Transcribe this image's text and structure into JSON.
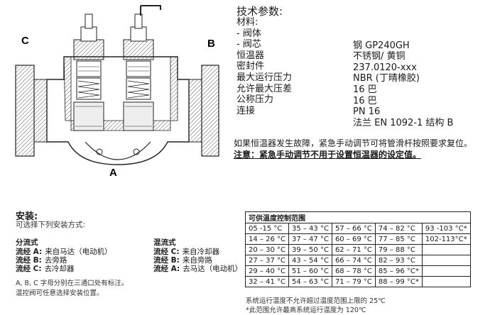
{
  "drawing": {
    "label_c": "C",
    "label_b": "B",
    "label_a": "A"
  },
  "specs": {
    "title": "技术参数:",
    "rows": [
      {
        "label": "材料:",
        "value": ""
      },
      {
        "label": "- 阀体",
        "value": "钢 GP240GH"
      },
      {
        "label": "- 阀芯",
        "value": "不锈钢/ 黄铜"
      },
      {
        "label": "恒温器",
        "value": "237.0120-xxx"
      },
      {
        "label": "密封件",
        "value": "NBR (丁晴橡胶)"
      },
      {
        "label": "最大运行压力",
        "value": "16 巴"
      },
      {
        "label": "允许最大压差",
        "value": "16 巴"
      },
      {
        "label": "公称压力",
        "value": "PN 16"
      },
      {
        "label": "连接",
        "value": "法兰 EN 1092-1 结构 B"
      }
    ]
  },
  "notes": {
    "fail_note": "如果恒温器发生故障，紧急手动调节可将管滑杆按照要求复位。",
    "warning": "注意：紧急手动调节不用于设置恒温器的设定值。"
  },
  "installation": {
    "title": "安装:",
    "subtitle": "可选择下列安装方式:",
    "diverting": {
      "heading": "分流式",
      "lines": [
        {
          "key": "流经 A:",
          "text": "来自马达（电动机）"
        },
        {
          "key": "流经 B:",
          "text": "去旁路"
        },
        {
          "key": "流经 C:",
          "text": "去冷却器"
        }
      ]
    },
    "mixing": {
      "heading": "混流式",
      "lines": [
        {
          "key": "流经 C:",
          "text": "来自冷却器"
        },
        {
          "key": "流经 B:",
          "text": "来自旁路"
        },
        {
          "key": "流经 A:",
          "text": "去马达（电动机）"
        }
      ]
    },
    "footnote1": "A, B, C 字母分别在三通口处有标注。",
    "footnote2": "温控阀可任意选择安装位置。"
  },
  "temp_table": {
    "header": "可供温度控制范围",
    "rows": [
      [
        "05 -15 °C",
        "35 – 43 °C",
        "57 – 66 °C",
        "74 – 82 °C",
        "93 -103 °C*"
      ],
      [
        "14 – 26 °C",
        "37 – 47 °C",
        "60 – 69 °C",
        "77 – 85 °C",
        "102-113°C*"
      ],
      [
        "20 – 30 °C",
        "39 – 50 °C",
        "62 – 71 °C",
        "79 – 88 °C",
        ""
      ],
      [
        "27 – 37 °C",
        "43 – 54 °C",
        "66 – 74 °C",
        "82 – 93 °C",
        ""
      ],
      [
        "29 – 40 °C",
        "51 – 60 °C",
        "68 – 78 °C",
        "85 – 96 °C*",
        ""
      ],
      [
        "32 – 41 °C",
        "54 – 63 °C",
        "71 – 79 °C",
        "88 – 99 °C*",
        ""
      ]
    ],
    "note1": "系统运行温度不允许超过温度范围上限的 25℃",
    "note2": "*此范围允许最高系统运行温度为 120℃"
  }
}
